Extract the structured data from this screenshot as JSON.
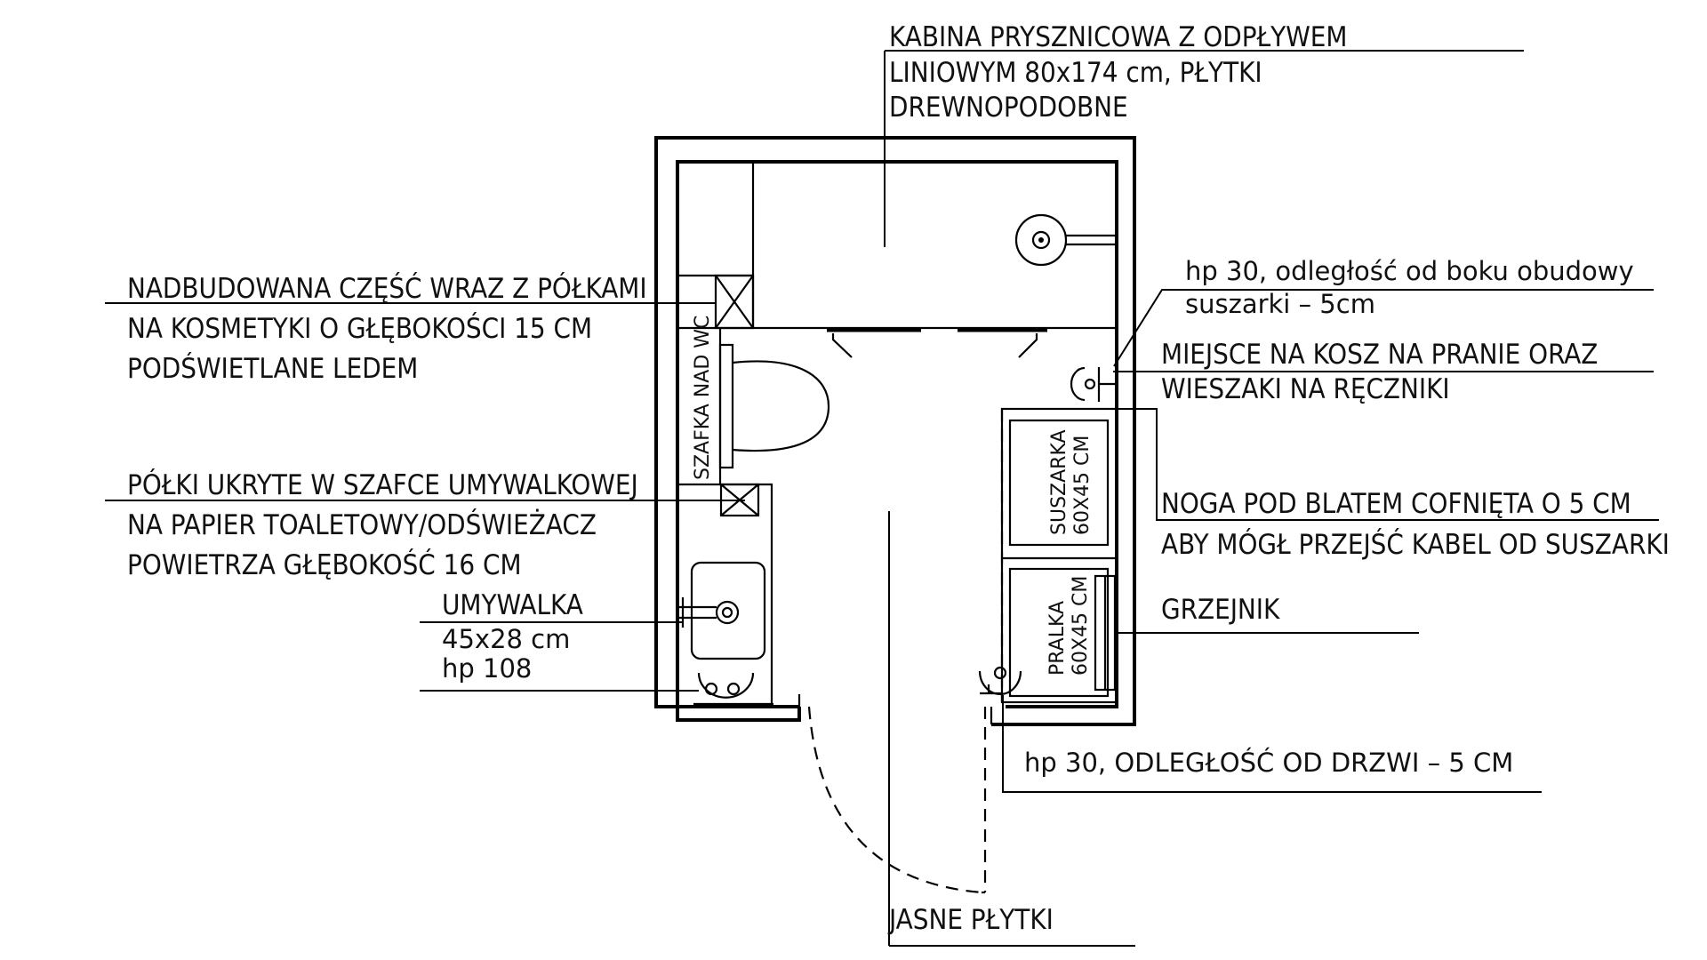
{
  "labels": {
    "shower": [
      "KABINA PRYSZNICOWA Z ODPŁYWEM",
      "LINIOWYM 80x174 cm, PŁYTKI",
      "DREWNOPODOBNE"
    ],
    "built_part": [
      "NADBUDOWANA CZĘŚĆ WRAZ Z PÓŁKAMI",
      "NA KOSMETYKI O GŁĘBOKOŚCI 15 CM",
      "PODŚWIETLANE LEDEM"
    ],
    "hidden_shelves": [
      "PÓŁKI UKRYTE W SZAFCE UMYWALKOWEJ",
      "NA PAPIER TOALETOWY/ODŚWIEŻACZ",
      "POWIETRZA GŁĘBOKOŚĆ 16 CM"
    ],
    "sink": [
      "UMYWALKA",
      "45x28 cm",
      "hp 108"
    ],
    "socket_dryer": [
      "hp 30, odległość od boku obudowy",
      "suszarki – 5cm"
    ],
    "laundry": [
      "MIEJSCE NA KOSZ NA PRANIE ORAZ",
      "WIESZAKI NA RĘCZNIKI"
    ],
    "leg": [
      "NOGA POD BLATEM COFNIĘTA O 5 CM",
      "ABY MÓGŁ PRZEJŚĆ KABEL OD SUSZARKI"
    ],
    "radiator": "GRZEJNIK",
    "socket_door": "hp 30, ODLEGŁOŚĆ OD DRZWI – 5 CM",
    "floor": "JASNE PŁYTKI",
    "wc_cabinet": "SZAFKA NAD WC",
    "dryer": [
      "SUSZARKA",
      "60X45 CM"
    ],
    "washer": [
      "PRALKA",
      "60X45 CM"
    ]
  }
}
